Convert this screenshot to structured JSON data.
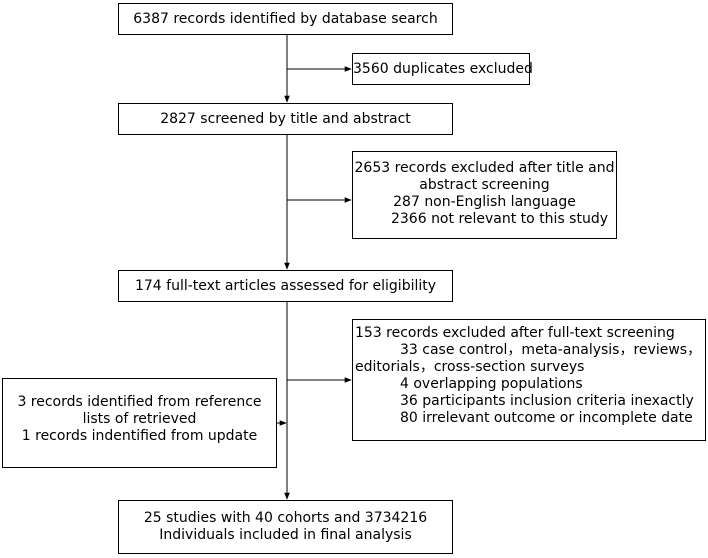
{
  "flow": {
    "identified": [
      "6387 records identified by database search"
    ],
    "duplicates": [
      "3560 duplicates excluded"
    ],
    "screened": [
      "2827 screened by title and abstract"
    ],
    "excluded_title_abstract": [
      "2653 records excluded after title and",
      "abstract screening",
      "287 non-English language",
      "2366 not relevant to this study"
    ],
    "fulltext": [
      "174 full-text articles assessed for eligibility"
    ],
    "excluded_fulltext": [
      "153 records excluded after full-text screening",
      "33 case control，meta-analysis，reviews，",
      "editorials，cross-section surveys",
      "4 overlapping populations",
      "36 participants inclusion criteria inexactly",
      "80 irrelevant outcome or incomplete date"
    ],
    "other_sources": [
      "3 records identified from reference",
      "lists of retrieved",
      "1 records indentified from update"
    ],
    "included": [
      "25 studies with 40 cohorts and 3734216",
      "Individuals included in final analysis"
    ]
  },
  "colors": {
    "line": "#000000",
    "box_border": "#000000",
    "background": "#ffffff"
  }
}
